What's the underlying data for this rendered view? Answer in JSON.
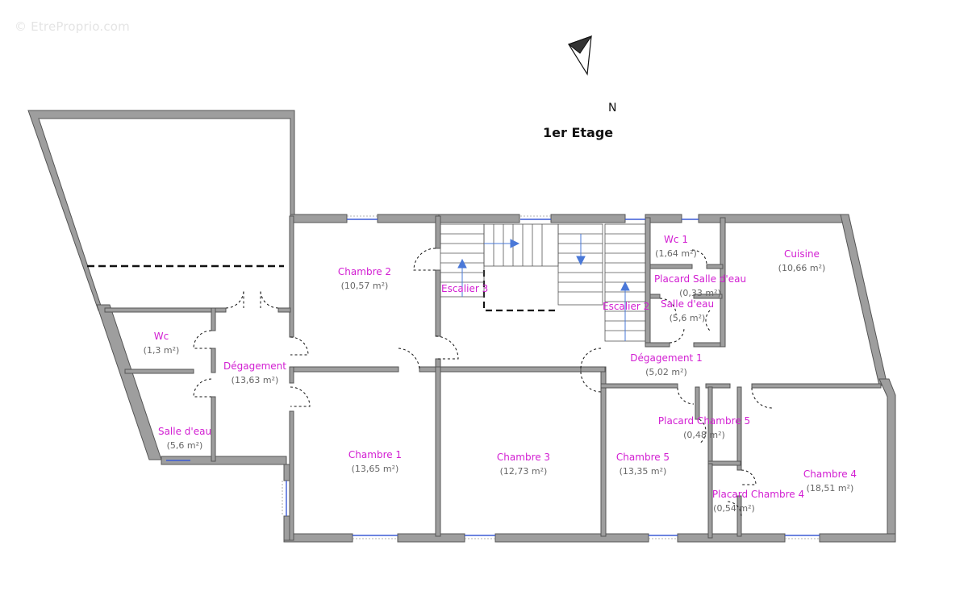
{
  "watermark": "© EtreProprio.com",
  "title": "1er Etage",
  "north_label": "N",
  "rooms": [
    {
      "name": "Chambre 2",
      "area": "(10,57 m²)"
    },
    {
      "name": "Wc",
      "area": "(1,3 m²)"
    },
    {
      "name": "Dégagement",
      "area": "(13,63 m²)"
    },
    {
      "name": "Salle d'eau",
      "area": "(5,6 m²)"
    },
    {
      "name": "Chambre 1",
      "area": "(13,65 m²)"
    },
    {
      "name": "Chambre 3",
      "area": "(12,73 m²)"
    },
    {
      "name": "Wc 1",
      "area": "(1,64 m²)"
    },
    {
      "name": "Placard Salle d'eau",
      "area": "(0,33 m²)"
    },
    {
      "name": "Salle d'eau",
      "area": "(5,6 m²)"
    },
    {
      "name": "Cuisine",
      "area": "(10,66 m²)"
    },
    {
      "name": "Dégagement 1",
      "area": "(5,02 m²)"
    },
    {
      "name": "Placard Chambre 5",
      "area": "(0,48 m²)"
    },
    {
      "name": "Chambre 5",
      "area": "(13,35 m²)"
    },
    {
      "name": "Chambre 4",
      "area": "(18,51 m²)"
    },
    {
      "name": "Placard Chambre 4",
      "area": "(0,54 m²)"
    }
  ],
  "stairs": [
    {
      "label": "Escalier 3"
    },
    {
      "label": "Escalier 2"
    }
  ],
  "colors": {
    "wall": "#9e9e9e",
    "wall_stroke": "#555555",
    "room_label": "#d21ed2",
    "area_label": "#666666",
    "window": "#3b5bd6",
    "stair_arrow": "#4a78d8"
  }
}
